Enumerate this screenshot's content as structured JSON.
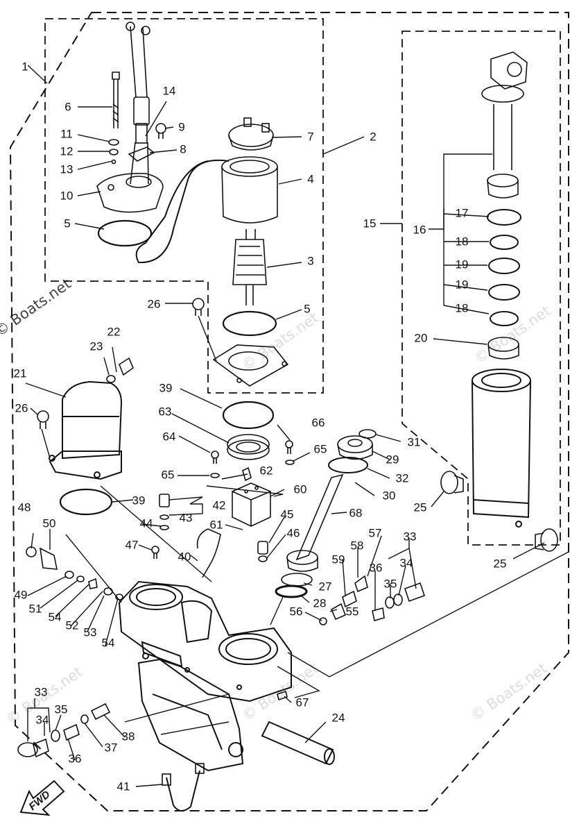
{
  "watermark": {
    "main": "© Boats.net",
    "faint": "© Boats.net"
  },
  "direction_marker": {
    "text": "FWD"
  },
  "callouts": {
    "p1": "1",
    "p2": "2",
    "p3": "3",
    "p4": "4",
    "p5a": "5",
    "p5b": "5",
    "p6": "6",
    "p7": "7",
    "p8": "8",
    "p9": "9",
    "p10": "10",
    "p11": "11",
    "p12": "12",
    "p13": "13",
    "p14": "14",
    "p15": "15",
    "p16": "16",
    "p17": "17",
    "p18a": "18",
    "p18b": "18",
    "p19a": "19",
    "p19b": "19",
    "p20": "20",
    "p21": "21",
    "p22": "22",
    "p23": "23",
    "p24": "24",
    "p25a": "25",
    "p25b": "25",
    "p26a": "26",
    "p26b": "26",
    "p27": "27",
    "p28": "28",
    "p29": "29",
    "p30": "30",
    "p31": "31",
    "p32": "32",
    "p33a": "33",
    "p33b": "33",
    "p34a": "34",
    "p34b": "34",
    "p35a": "35",
    "p35b": "35",
    "p36a": "36",
    "p36b": "36",
    "p37": "37",
    "p38": "38",
    "p39a": "39",
    "p39b": "39",
    "p40": "40",
    "p41": "41",
    "p42": "42",
    "p43": "43",
    "p44": "44",
    "p45": "45",
    "p46": "46",
    "p47": "47",
    "p48": "48",
    "p49": "49",
    "p50": "50",
    "p51": "51",
    "p52": "52",
    "p53": "53",
    "p54a": "54",
    "p54b": "54",
    "p55": "55",
    "p56": "56",
    "p57": "57",
    "p58": "58",
    "p59": "59",
    "p60": "60",
    "p61": "61",
    "p62": "62",
    "p63": "63",
    "p64": "64",
    "p65a": "65",
    "p65b": "65",
    "p66": "66",
    "p67": "67",
    "p68": "68"
  }
}
